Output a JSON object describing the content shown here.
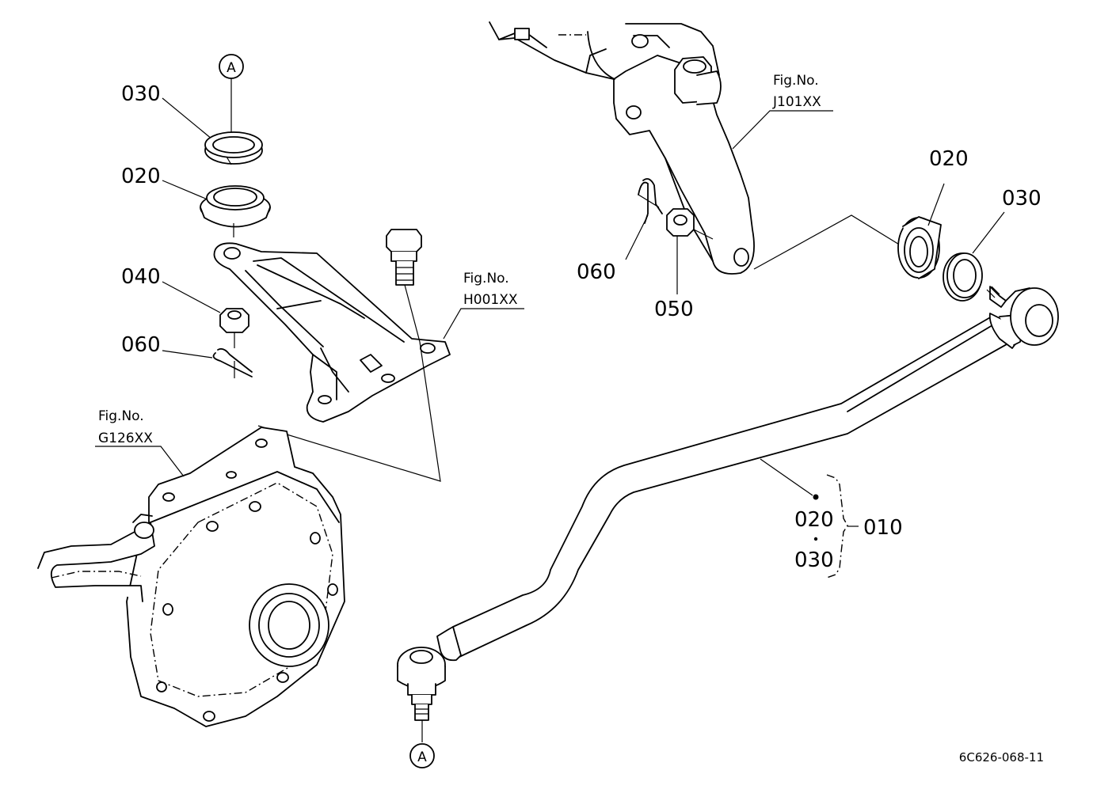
{
  "callouts": {
    "ref_a_top": "A",
    "ref_a_bottom": "A",
    "left_030": "030",
    "left_020": "020",
    "left_040": "040",
    "left_060": "060",
    "right_060": "060",
    "right_050": "050",
    "right_020": "020",
    "right_030": "030",
    "assembly_020": "020",
    "assembly_030": "030",
    "assembly_010": "010"
  },
  "figure_refs": {
    "h001": {
      "prefix": "Fig.No.",
      "code": "H001XX"
    },
    "j101": {
      "prefix": "Fig.No.",
      "code": "J101XX"
    },
    "g126": {
      "prefix": "Fig.No.",
      "code": "G126XX"
    }
  },
  "drawing_id": "6C626-068-11"
}
